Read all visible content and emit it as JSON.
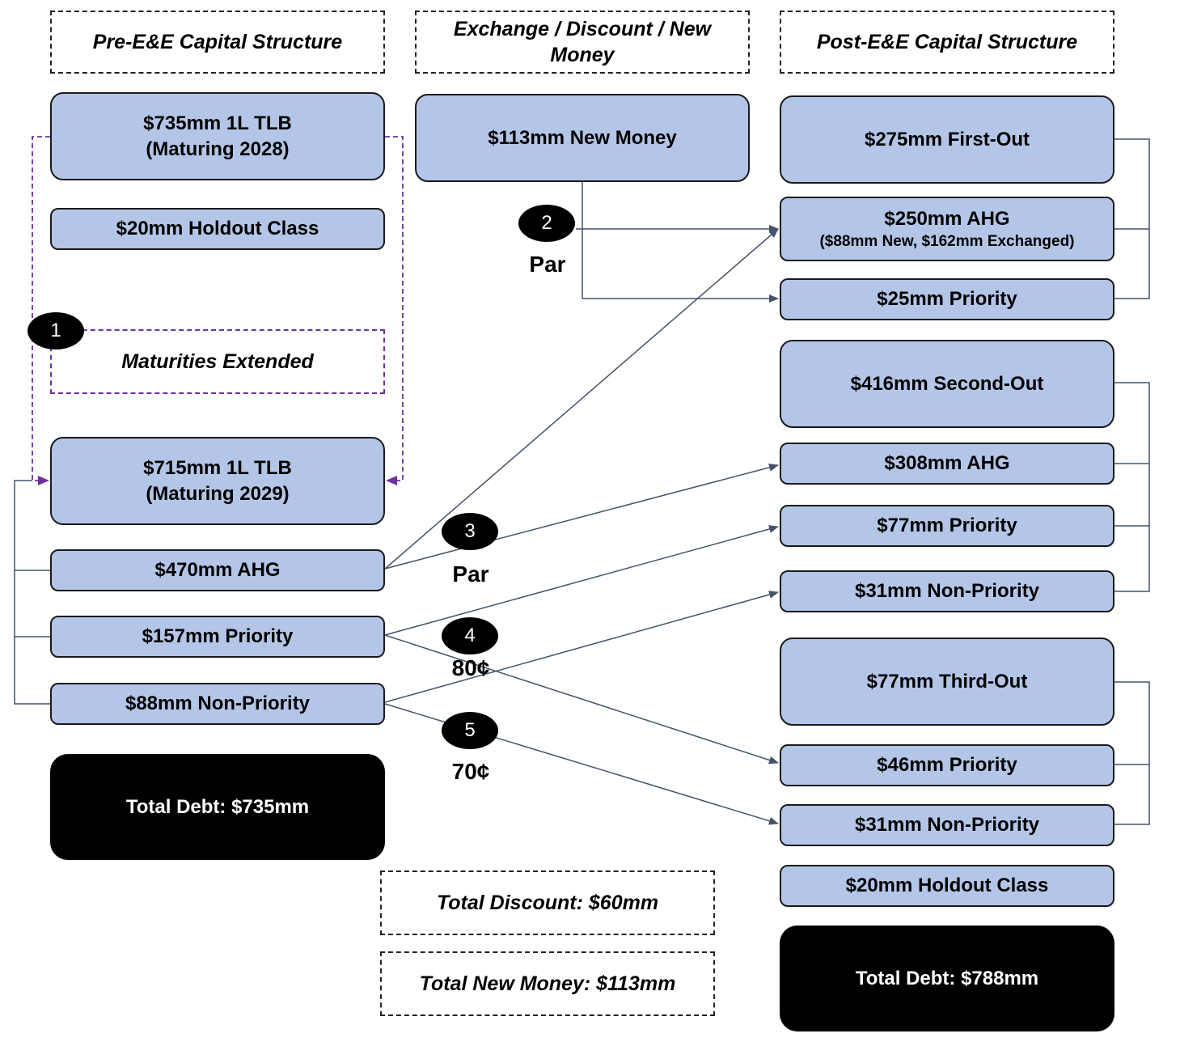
{
  "headers": {
    "pre": "Pre-E&E Capital Structure",
    "exchange": "Exchange / Discount / New Money",
    "post": "Post-E&E Capital Structure"
  },
  "pre": {
    "tlb_2028_line1": "$735mm 1L TLB",
    "tlb_2028_line2": "(Maturing 2028)",
    "holdout": "$20mm Holdout Class",
    "maturities_extended": "Maturities Extended",
    "tlb_2029_line1": "$715mm 1L TLB",
    "tlb_2029_line2": "(Maturing 2029)",
    "ahg": "$470mm AHG",
    "priority": "$157mm Priority",
    "non_priority": "$88mm Non-Priority",
    "total": "Total Debt: $735mm"
  },
  "middle": {
    "new_money": "$113mm New Money",
    "total_discount": "Total Discount: $60mm",
    "total_new_money": "Total New Money: $113mm"
  },
  "post": {
    "first_out": "$275mm First-Out",
    "ahg_250_line1": "$250mm AHG",
    "ahg_250_line2": "($88mm New, $162mm Exchanged)",
    "priority_25": "$25mm Priority",
    "second_out": "$416mm Second-Out",
    "ahg_308": "$308mm AHG",
    "priority_77": "$77mm Priority",
    "non_priority_31a": "$31mm Non-Priority",
    "third_out": "$77mm Third-Out",
    "priority_46": "$46mm Priority",
    "non_priority_31b": "$31mm Non-Priority",
    "holdout": "$20mm Holdout Class",
    "total": "Total Debt: $788mm"
  },
  "steps": [
    {
      "num": "1"
    },
    {
      "num": "2",
      "label": "Par"
    },
    {
      "num": "3",
      "label": "Par"
    },
    {
      "num": "4",
      "label": "80¢"
    },
    {
      "num": "5",
      "label": "70¢"
    }
  ],
  "colors": {
    "box_fill": "#b4c6e7",
    "connector": "#44546a",
    "maturity_bracket": "#7030a0"
  }
}
